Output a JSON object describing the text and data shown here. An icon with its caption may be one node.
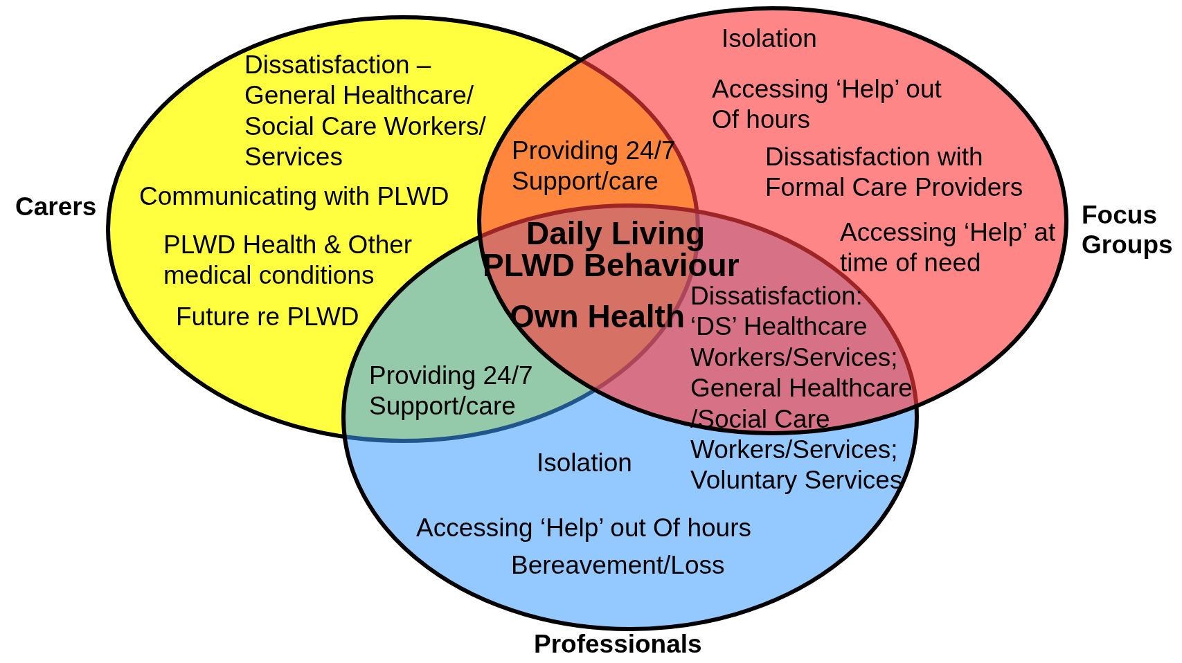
{
  "diagram": {
    "nodes": [
      {
        "text": [
          "Carers"
        ]
      },
      {
        "text": [
          "Focus Groups"
        ]
      },
      {
        "text": [
          "Professionals"
        ]
      }
    ],
    "edges": [],
    "labels": [
      "Dissatisfaction – General Healthcare/ Social Care Workers/ Services",
      "Communicating with PLWD",
      "PLWD Health & Other medical conditions",
      "Future re PLWD",
      "Providing 24/7 Support/care",
      "Isolation",
      "Accessing ‘Help’ out Of hours",
      "Dissatisfaction with Formal Care Providers",
      "Accessing ‘Help’ at time of need",
      "Daily Living",
      "PLWD Behaviour",
      "Own Health",
      "Dissatisfaction: ‘DS’ Healthcare Workers/Services; General Healthcare /Social Care Workers/Services; Voluntary Services",
      "Providing 24/7 Support/care",
      "Isolation",
      "Accessing ‘Help’ out Of hours",
      "Bereavement/Loss"
    ]
  }
}
